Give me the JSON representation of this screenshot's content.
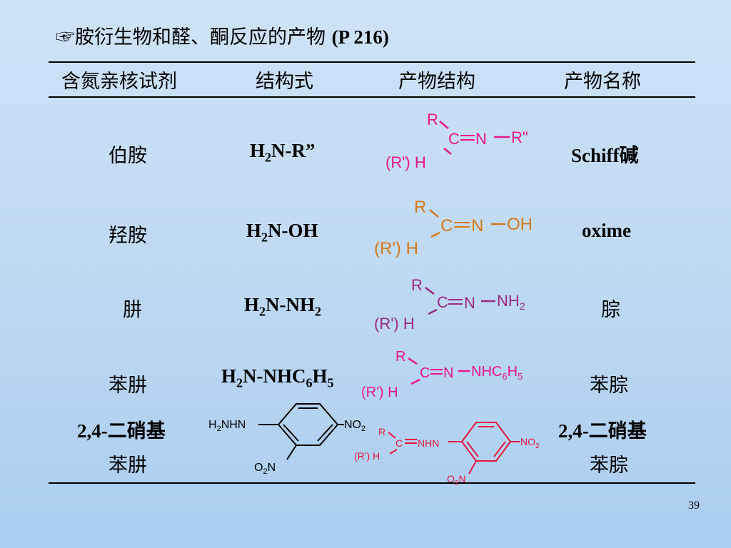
{
  "title": {
    "cn": "胺衍生物和醛、酮反应的产物",
    "ref": "(P 216)",
    "bullet_icon": "pointing-hand-icon"
  },
  "headers": [
    "含氮亲核试剂",
    "结构式",
    "产物结构",
    "产物名称"
  ],
  "rows": [
    {
      "reagent": "伯胺",
      "formula": [
        "H",
        "2",
        "N-R”"
      ],
      "product": "Schiff碱",
      "color": "#e8168a"
    },
    {
      "reagent": "羟胺",
      "formula": [
        "H",
        "2",
        "N-OH"
      ],
      "product": "oxime",
      "color": "#d4781c"
    },
    {
      "reagent": "肼",
      "formula": [
        "H",
        "2",
        "N-NH",
        "2"
      ],
      "product": "腙",
      "color": "#9a2a86"
    },
    {
      "reagent": "苯肼",
      "formula": [
        "H",
        "2",
        "N-NHC",
        "6",
        "H",
        "5"
      ],
      "product": "苯腙",
      "color": "#e8168a"
    },
    {
      "reagent": [
        "2,4-二硝基",
        "苯肼"
      ],
      "product": [
        "2,4-二硝基",
        "苯腙"
      ],
      "color": "#e8163a"
    }
  ],
  "struct_labels": {
    "R": "R",
    "C": "C",
    "N": "N",
    "H": "H",
    "RpH": "(R') H",
    "s1_end": "R\"",
    "s2_end": "OH",
    "s3_end": "NH",
    "s3_sub": "2",
    "s4_end": "NHC",
    "s4_sub1": "6",
    "s4_h": "H",
    "s4_sub2": "5",
    "dnp_left": "H",
    "dnp_left_sub": "2",
    "dnp_left_end": "NHN",
    "no2": "NO",
    "no2_sub": "2",
    "o2n": "O",
    "o2n_sub": "2",
    "o2n_n": "N",
    "dnp_prod_mid": "NHN"
  },
  "page_number": "39"
}
